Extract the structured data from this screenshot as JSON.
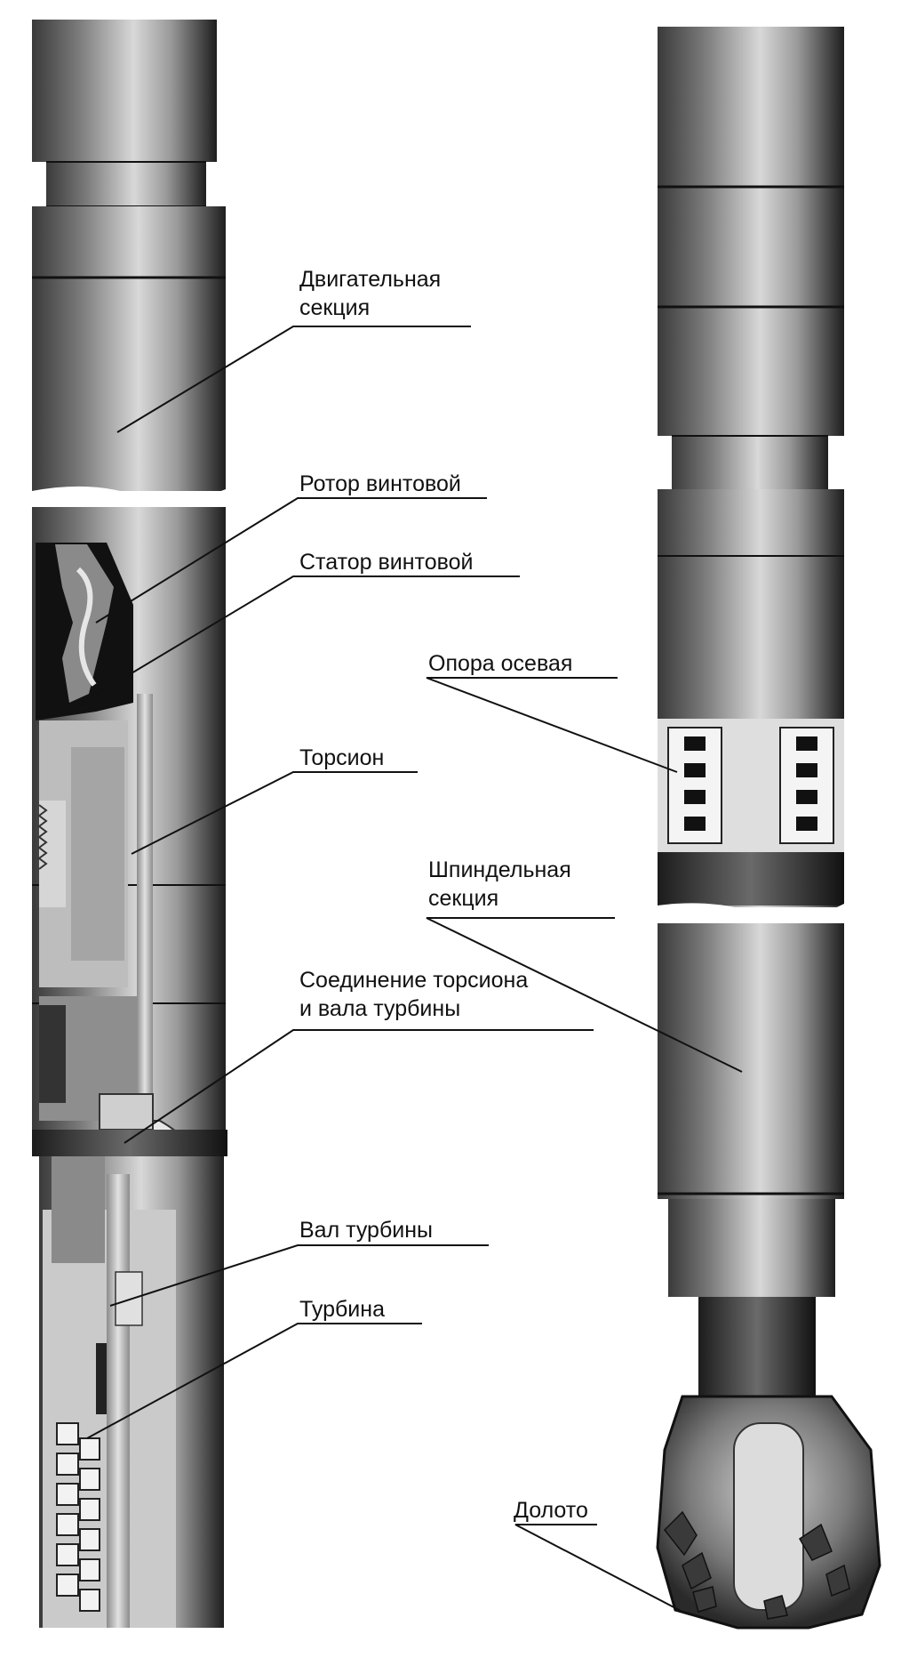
{
  "labels": {
    "engine_section_1": "Двигательная",
    "engine_section_2": "секция",
    "screw_rotor": "Ротор винтовой",
    "screw_stator": "Статор винтовой",
    "torsion": "Торсион",
    "torsion_joint_1": "Соединение торсиона",
    "torsion_joint_2": "и вала турбины",
    "turbine_shaft": "Вал турбины",
    "turbine": "Турбина",
    "axial_bearing": "Опора осевая",
    "spindle_section_1": "Шпиндельная",
    "spindle_section_2": "секция",
    "drill_bit": "Долото"
  }
}
